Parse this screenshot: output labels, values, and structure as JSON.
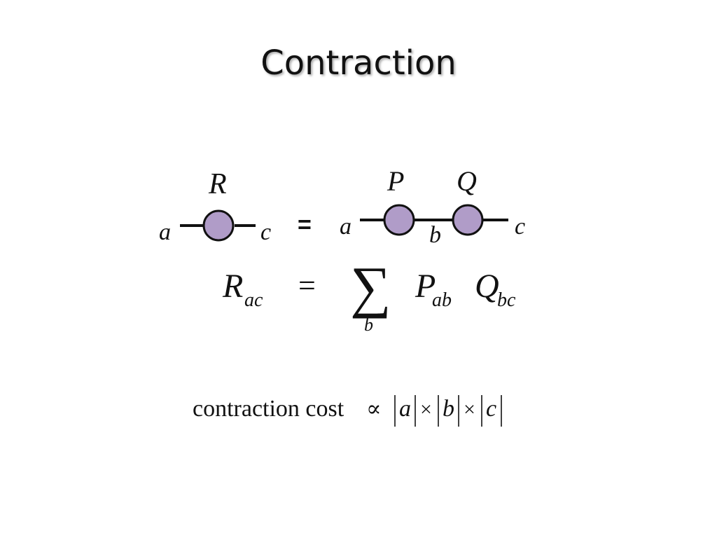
{
  "title": "Contraction",
  "colors": {
    "node_fill": "#b09cc8",
    "stroke": "#111111",
    "text": "#111111"
  },
  "left_diagram": {
    "tensor_label": "R",
    "left_index": "a",
    "right_index": "c"
  },
  "equals_sign": "=",
  "right_diagram": {
    "tensor1_label": "P",
    "tensor2_label": "Q",
    "left_index": "a",
    "middle_index": "b",
    "right_index": "c"
  },
  "equation": {
    "lhs_symbol": "R",
    "lhs_subscript": "ac",
    "equals": "=",
    "sum_symbol": "∑",
    "sum_index": "b",
    "factor1_symbol": "P",
    "factor1_subscript": "ab",
    "factor2_symbol": "Q",
    "factor2_subscript": "bc"
  },
  "cost": {
    "text": "contraction cost",
    "proportional": "∝",
    "times": "×",
    "dim_a": "a",
    "dim_b": "b",
    "dim_c": "c"
  }
}
